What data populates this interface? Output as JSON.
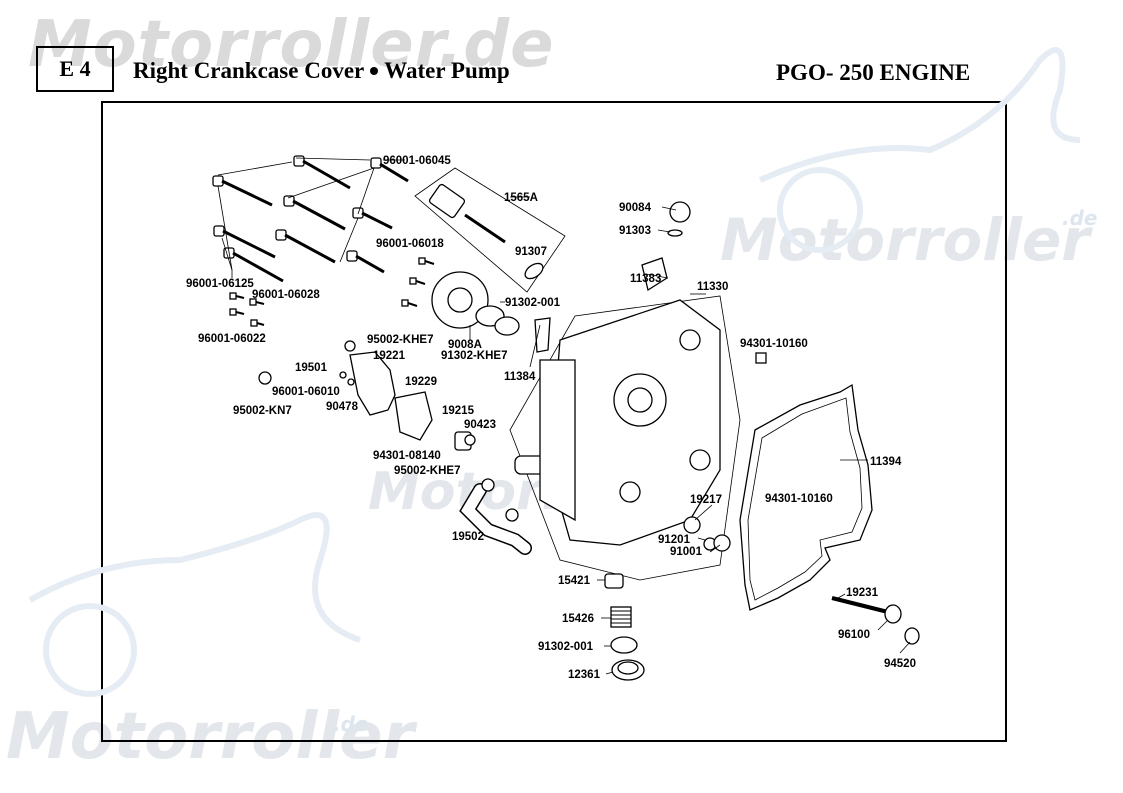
{
  "header": {
    "code": "E 4",
    "title_part1": "Right Crankcase Cover",
    "title_part2": "Water Pump",
    "engine": "PGO- 250 ENGINE"
  },
  "watermark": {
    "text": "Motorroller",
    "suffix": ".de",
    "top_text": "Motorroller.de"
  },
  "parts": [
    {
      "id": "p1",
      "label": "96001-06045"
    },
    {
      "id": "p2",
      "label": "1565A"
    },
    {
      "id": "p3",
      "label": "90084"
    },
    {
      "id": "p4",
      "label": "91303"
    },
    {
      "id": "p5",
      "label": "96001-06018"
    },
    {
      "id": "p6",
      "label": "91307"
    },
    {
      "id": "p7",
      "label": "11383"
    },
    {
      "id": "p8",
      "label": "11330"
    },
    {
      "id": "p9",
      "label": "96001-06125"
    },
    {
      "id": "p10",
      "label": "96001-06028"
    },
    {
      "id": "p11",
      "label": "91302-001"
    },
    {
      "id": "p12",
      "label": "96001-06022"
    },
    {
      "id": "p13",
      "label": "95002-KHE7"
    },
    {
      "id": "p14",
      "label": "9008A"
    },
    {
      "id": "p15",
      "label": "91302-KHE7"
    },
    {
      "id": "p16",
      "label": "94301-10160"
    },
    {
      "id": "p17",
      "label": "19221"
    },
    {
      "id": "p18",
      "label": "19501"
    },
    {
      "id": "p19",
      "label": "11384"
    },
    {
      "id": "p20",
      "label": "19229"
    },
    {
      "id": "p21",
      "label": "96001-06010"
    },
    {
      "id": "p22",
      "label": "90478"
    },
    {
      "id": "p23",
      "label": "95002-KN7"
    },
    {
      "id": "p24",
      "label": "19215"
    },
    {
      "id": "p25",
      "label": "90423"
    },
    {
      "id": "p26",
      "label": "94301-08140"
    },
    {
      "id": "p27",
      "label": "11394"
    },
    {
      "id": "p28",
      "label": "95002-KHE7"
    },
    {
      "id": "p29",
      "label": "19217"
    },
    {
      "id": "p30",
      "label": "94301-10160"
    },
    {
      "id": "p31",
      "label": "19502"
    },
    {
      "id": "p32",
      "label": "91201"
    },
    {
      "id": "p33",
      "label": "91001"
    },
    {
      "id": "p34",
      "label": "15421"
    },
    {
      "id": "p35",
      "label": "19231"
    },
    {
      "id": "p36",
      "label": "15426"
    },
    {
      "id": "p37",
      "label": "96100"
    },
    {
      "id": "p38",
      "label": "91302-001"
    },
    {
      "id": "p39",
      "label": "94520"
    },
    {
      "id": "p40",
      "label": "12361"
    }
  ]
}
